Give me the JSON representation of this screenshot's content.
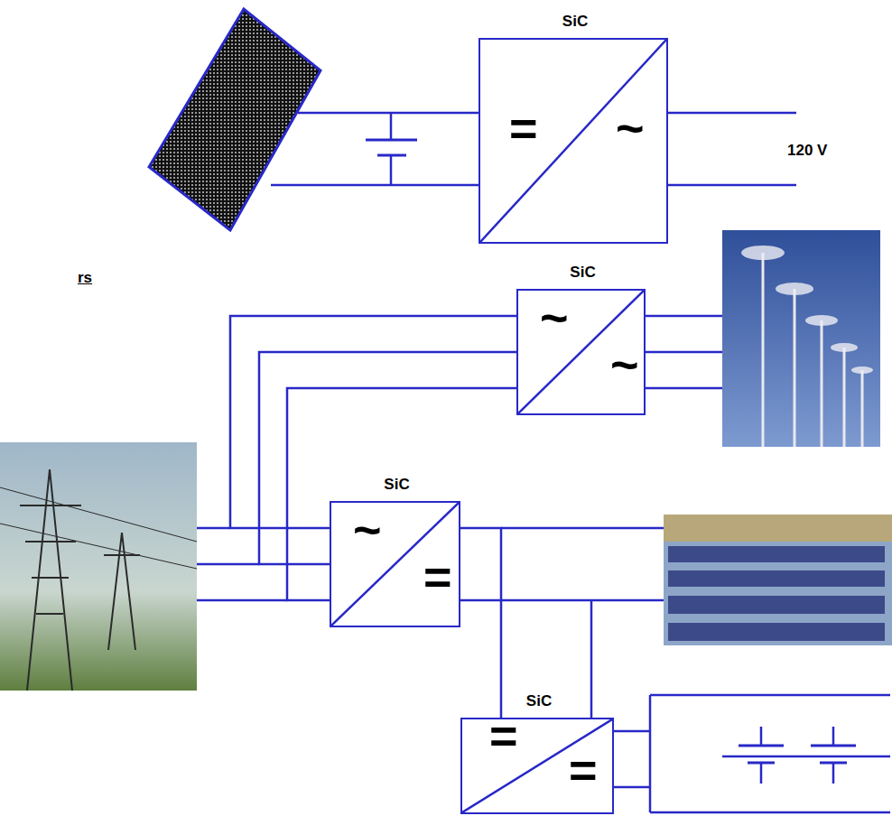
{
  "diagram": {
    "nodes": [
      {
        "text": [
          "SiC",
          "=",
          "~"
        ]
      },
      {
        "text": [
          "SiC",
          "~",
          "~"
        ]
      },
      {
        "text": [
          "SiC",
          "~",
          "="
        ]
      },
      {
        "text": [
          "SiC",
          "=",
          "="
        ]
      }
    ],
    "edges": [
      {
        "from": 1,
        "to": 2,
        "arrow": "none"
      },
      {
        "from": 2,
        "to": 3,
        "arrow": "none"
      }
    ],
    "labels": [
      "120 V",
      "rs"
    ]
  }
}
